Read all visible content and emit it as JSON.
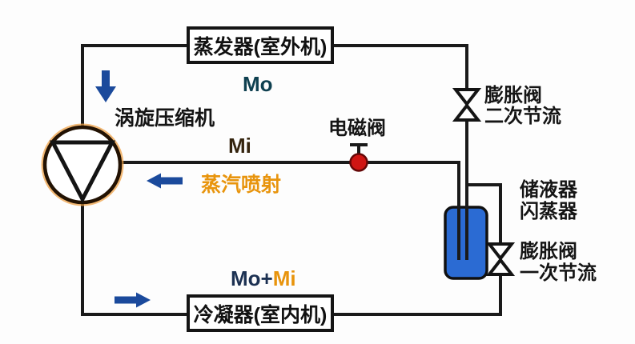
{
  "diagram": {
    "boxes": {
      "evaporator": {
        "label": "蒸发器(室外机)"
      },
      "condenser": {
        "label": "冷凝器(室内机)"
      }
    },
    "labels": {
      "compressor": "涡旋压缩机",
      "flow_outdoor": "Mo",
      "flow_injection": "Mi",
      "steam_injection": "蒸汽喷射",
      "solenoid_valve": "电磁阀",
      "expansion_valve_secondary": {
        "line1": "膨胀阀",
        "line2": "二次节流"
      },
      "receiver_flash_tank": {
        "line1": "储液器",
        "line2": "闪蒸器"
      },
      "expansion_valve_primary": {
        "line1": "膨胀阀",
        "line2": "一次节流"
      },
      "flow_total": {
        "part1": "Mo+",
        "part2": "Mi"
      }
    },
    "colors": {
      "pipe_black": "#1a1a1a",
      "arrow_blue": "#1b4a9c",
      "tank_blue": "#2b6bd3",
      "valve_red": "#cf1513",
      "valve_red_border": "#640707",
      "glow_orange": "#eda045",
      "label_orange": "#e8940c",
      "label_teal": "#0f4050",
      "label_brown": "#34240e",
      "label_navy": "#1c3152"
    },
    "icons": {
      "compressor": "compressor-icon",
      "expansion_valve": "expansion-valve-icon",
      "solenoid": "solenoid-valve-icon",
      "tank": "flash-tank-icon",
      "arrows": "flow-arrow-icon"
    }
  }
}
